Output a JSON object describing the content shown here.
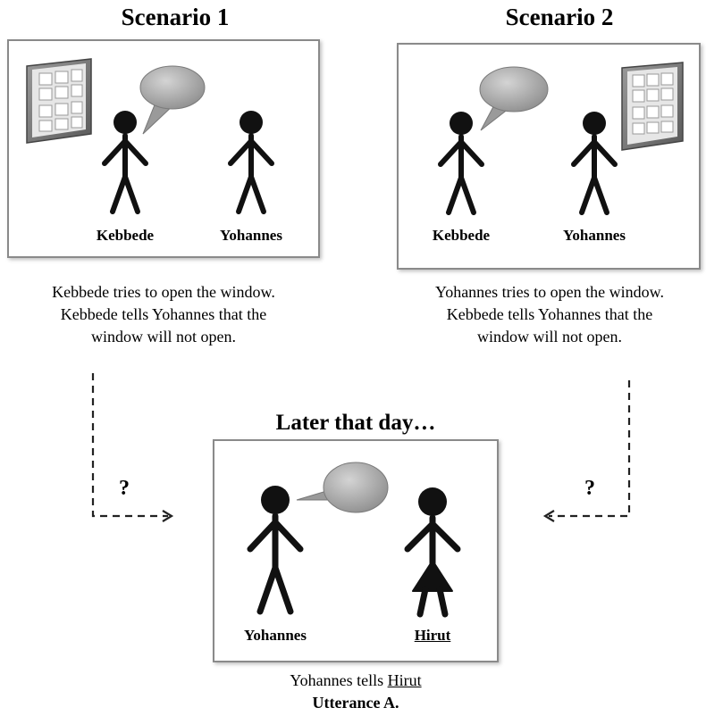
{
  "scenario1": {
    "title": "Scenario 1",
    "left_name": "Kebbede",
    "right_name": "Yohannes",
    "caption": [
      "Kebbede tries to open the window.",
      "Kebbede tells Yohannes that the",
      "window will not open."
    ]
  },
  "scenario2": {
    "title": "Scenario 2",
    "left_name": "Kebbede",
    "right_name": "Yohannes",
    "caption": [
      "Yohannes tries to open the window.",
      "Kebbede tells Yohannes that the",
      "window will not open."
    ]
  },
  "later": {
    "title": "Later that day…",
    "left_name": "Yohannes",
    "right_name": "Hirut",
    "caption_prefix": "Yohannes tells ",
    "caption_name": "Hirut",
    "utterance": "Utterance A."
  },
  "arrows": {
    "left_label": "?",
    "right_label": "?"
  }
}
